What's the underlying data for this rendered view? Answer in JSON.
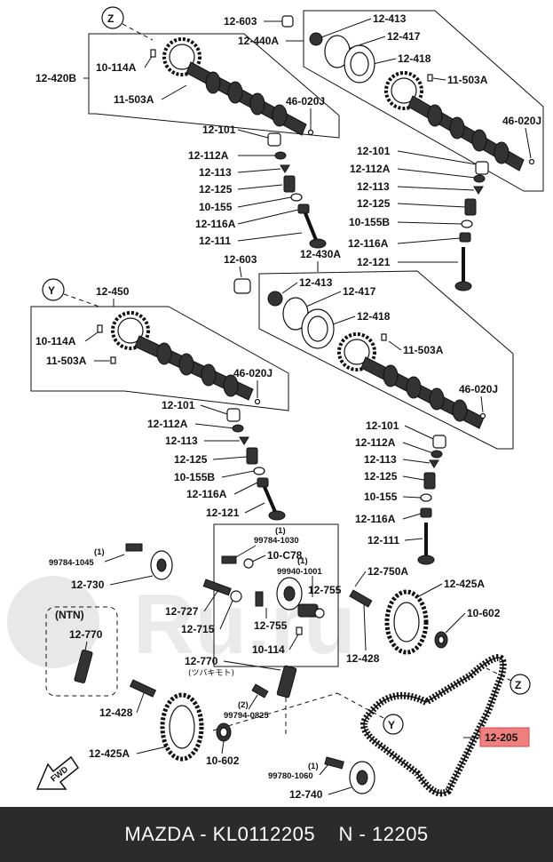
{
  "diagram": {
    "labels": {
      "z_top": "Z",
      "y_mid": "Y",
      "y_belt": "Y",
      "z_belt": "Z",
      "p12_603a": "12-603",
      "p12_440a": "12-440A",
      "p12_413a": "12-413",
      "p12_417a": "12-417",
      "p12_418a": "12-418",
      "p11_503a_a": "11-503A",
      "p46_020j_a": "46-020J",
      "p12_420b": "12-420B",
      "p10_114a_a": "10-114A",
      "p11_503a_b": "11-503A",
      "p46_020j_b": "46-020J",
      "p12_101_a": "12-101",
      "p12_112a_a": "12-112A",
      "p12_113_a": "12-113",
      "p12_125_a": "12-125",
      "p10_155_a": "10-155",
      "p12_116a_a": "12-116A",
      "p12_111_a": "12-111",
      "p12_101_b": "12-101",
      "p12_112a_b": "12-112A",
      "p12_113_b": "12-113",
      "p12_125_b": "12-125",
      "p10_155b_a": "10-155B",
      "p12_116a_b": "12-116A",
      "p12_121_a": "12-121",
      "p12_603b": "12-603",
      "p12_430a": "12-430A",
      "p12_413b": "12-413",
      "p12_417b": "12-417",
      "p12_418b": "12-418",
      "p11_503a_c": "11-503A",
      "p46_020j_c": "46-020J",
      "p12_450": "12-450",
      "p10_114a_b": "10-114A",
      "p11_503a_d": "11-503A",
      "p46_020j_d": "46-020J",
      "p12_101_c": "12-101",
      "p12_112a_c": "12-112A",
      "p12_113_c": "12-113",
      "p12_125_c": "12-125",
      "p10_155b_b": "10-155B",
      "p12_116a_c": "12-116A",
      "p12_121_b": "12-121",
      "p12_101_d": "12-101",
      "p12_112a_d": "12-112A",
      "p12_113_d": "12-113",
      "p12_125_d": "12-125",
      "p10_155_b": "10-155",
      "p12_116a_d": "12-116A",
      "p12_111_b": "12-111",
      "q1_a": "(1)",
      "p99784_1045": "99784-1045",
      "p12_730": "12-730",
      "q1_b": "(1)",
      "p99784_1030": "99784-1030",
      "p10_c78": "10-C78",
      "q1_c": "(1)",
      "p99940_1001": "99940-1001",
      "p12_755a": "12-755",
      "p12_727": "12-727",
      "p12_715": "12-715",
      "p12_755b": "12-755",
      "p10_114": "10-114",
      "ntn": "(NTN)",
      "p12_770a": "12-770",
      "p12_770b": "12-770",
      "tsubakimoto": "(ツバキモト)",
      "q2": "(2)",
      "p99794_0825": "99794-0825",
      "p12_428a": "12-428",
      "p12_425a_a": "12-425A",
      "p10_602a": "10-602",
      "p12_750a": "12-750A",
      "p12_425a_b": "12-425A",
      "p10_602b": "10-602",
      "p12_428b": "12-428",
      "q1_d": "(1)",
      "p99780_1060": "99780-1060",
      "p12_740": "12-740",
      "p12_205": "12-205",
      "fwd": "FWD",
      "watermark": "Ru.ru"
    },
    "highlight_color": "#f08080"
  },
  "footer": {
    "brand": "MAZDA - KL0112205",
    "ref": "N - 12205"
  }
}
